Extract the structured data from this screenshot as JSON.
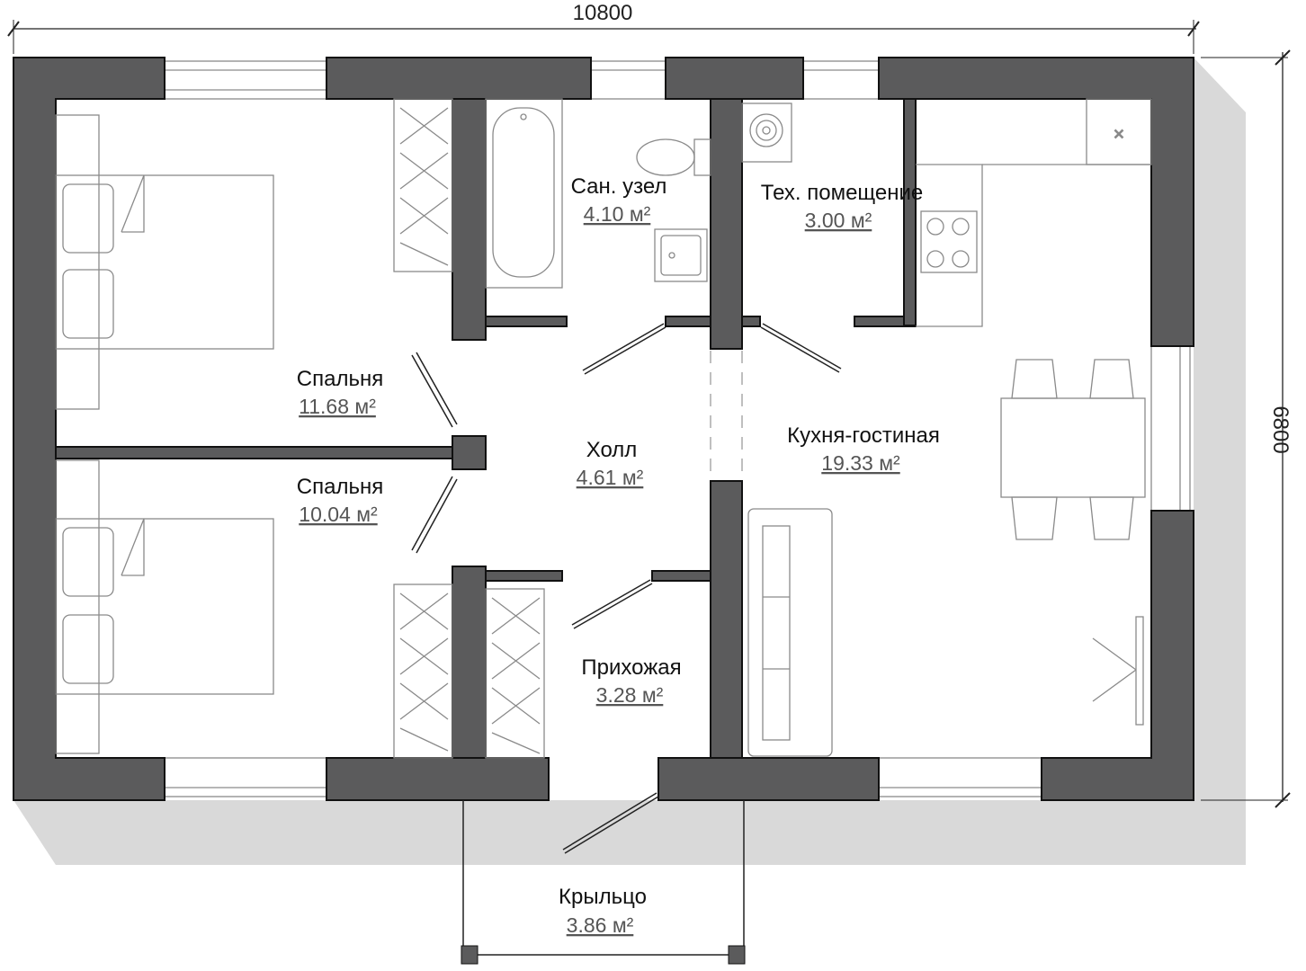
{
  "dimensions": {
    "width_label": "10800",
    "height_label": "6800"
  },
  "rooms": [
    {
      "name": "Спальня",
      "area": "11.68 м²"
    },
    {
      "name": "Спальня",
      "area": "10.04 м²"
    },
    {
      "name": "Сан. узел",
      "area": "4.10 м²"
    },
    {
      "name": "Тех. помещение",
      "area": "3.00 м²"
    },
    {
      "name": "Холл",
      "area": "4.61 м²"
    },
    {
      "name": "Кухня-гостиная",
      "area": "19.33 м²"
    },
    {
      "name": "Прихожая",
      "area": "3.28 м²"
    },
    {
      "name": "Крыльцо",
      "area": "3.86 м²"
    }
  ],
  "colors": {
    "wall": "#5b5b5c",
    "shadow": "#d9d9d9"
  }
}
